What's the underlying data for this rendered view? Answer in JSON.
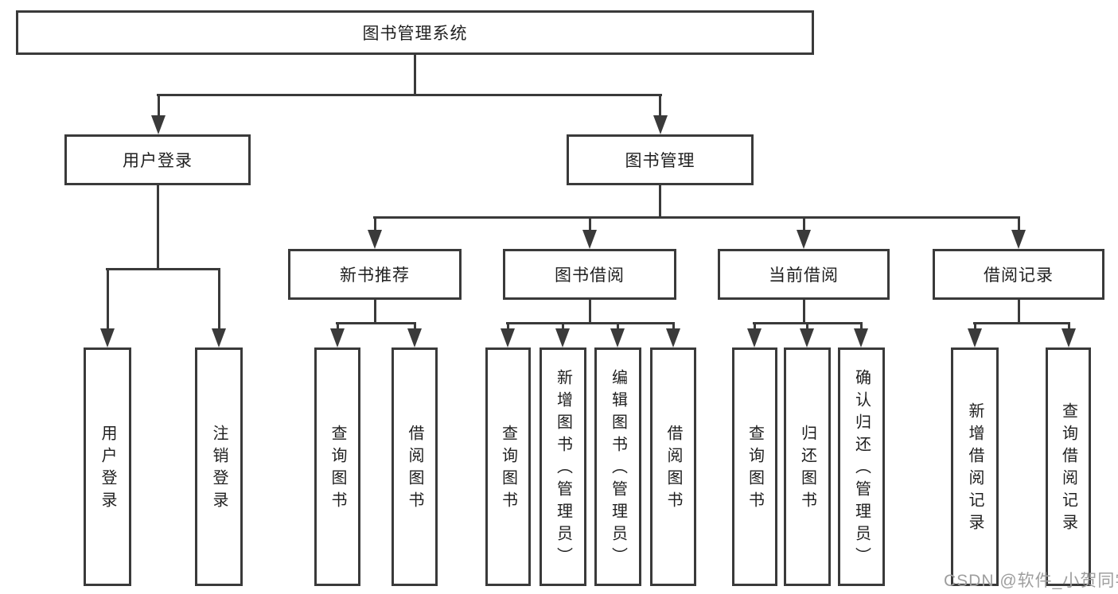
{
  "colors": {
    "line": "#3a3a3a",
    "text": "#1f1f1f",
    "background": "#ffffff",
    "watermark": "#9e9e9e"
  },
  "tree": {
    "root": {
      "label": "图书管理系统"
    },
    "level1": [
      {
        "label": "用户登录"
      },
      {
        "label": "图书管理"
      }
    ],
    "level2": [
      {
        "label": "新书推荐"
      },
      {
        "label": "图书借阅"
      },
      {
        "label": "当前借阅"
      },
      {
        "label": "借阅记录"
      }
    ],
    "leaves": [
      {
        "label": "用户登录"
      },
      {
        "label": "注销登录"
      },
      {
        "label": "查询图书"
      },
      {
        "label": "借阅图书"
      },
      {
        "label": "查询图书"
      },
      {
        "label": "新增图书（管理员）"
      },
      {
        "label": "编辑图书（管理员）"
      },
      {
        "label": "借阅图书"
      },
      {
        "label": "查询图书"
      },
      {
        "label": "归还图书"
      },
      {
        "label": "确认归还（管理员）"
      },
      {
        "label": "新增借阅记录"
      },
      {
        "label": "查询借阅记录"
      }
    ]
  },
  "watermark": {
    "text": "CSDN @软件_小贺同学"
  }
}
